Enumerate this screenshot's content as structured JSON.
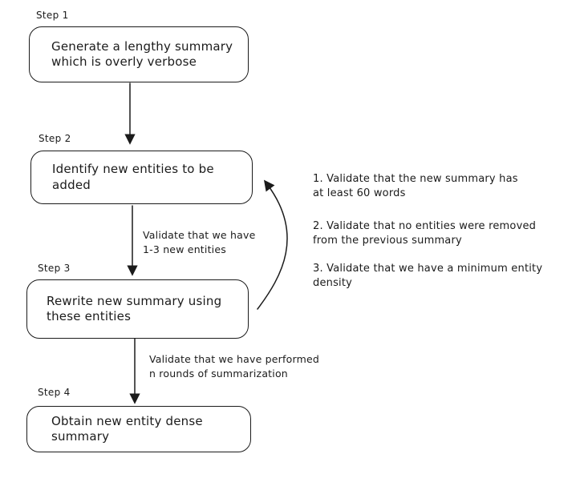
{
  "diagram": {
    "background_color": "#ffffff",
    "stroke_color": "#1b1b1b",
    "steps": [
      {
        "label": "Step 1",
        "text": "Generate a lengthy summary which is overly verbose",
        "lines": [
          "Generate a lengthy summary",
          "which is overly verbose"
        ]
      },
      {
        "label": "Step 2",
        "text": "Identify new entities to be added",
        "lines": [
          "Identify new entities to be",
          "added"
        ]
      },
      {
        "label": "Step 3",
        "text": "Rewrite new summary using these entities",
        "lines": [
          "Rewrite new summary using",
          "these entities"
        ]
      },
      {
        "label": "Step 4",
        "text": "Obtain new entity dense summary",
        "lines": [
          "Obtain new entity dense",
          "summary"
        ]
      }
    ],
    "edge_labels": [
      {
        "text": "Validate that we have 1-3 new entities",
        "lines": [
          "Validate that we have",
          "1-3 new entities"
        ]
      },
      {
        "text": "Validate that we have performed n rounds of summarization",
        "lines": [
          "Validate that we have performed",
          "n rounds of summarization"
        ]
      }
    ],
    "loop_validations": [
      {
        "text": "1. Validate that the new summary has at least 60 words",
        "lines": [
          "1. Validate that the new summary has",
          "at least 60 words"
        ]
      },
      {
        "text": "2. Validate that no entities were removed from the previous summary",
        "lines": [
          "2. Validate that no entities were removed",
          "from the previous summary"
        ]
      },
      {
        "text": "3. Validate that we have a minimum entity density",
        "lines": [
          "3. Validate that we have a minimum entity",
          "density"
        ]
      }
    ]
  }
}
